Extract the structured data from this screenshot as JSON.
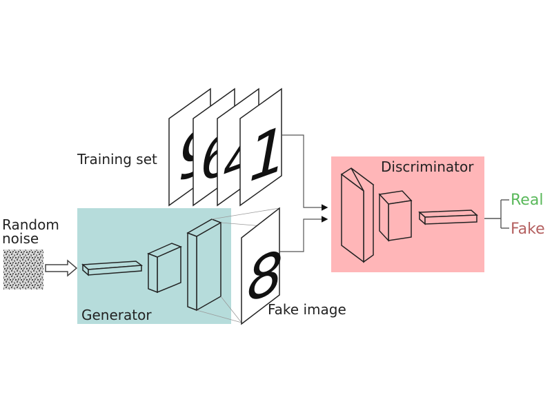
{
  "labels": {
    "random_noise_line1": "Random",
    "random_noise_line2": "noise",
    "training_set": "Training set",
    "generator": "Generator",
    "fake_image": "Fake image",
    "discriminator": "Discriminator",
    "real": "Real",
    "fake": "Fake"
  },
  "training_digits": [
    "9",
    "6",
    "4",
    "1"
  ],
  "fake_digit": "8",
  "colors": {
    "generator_bg": "#b6dcdb",
    "discriminator_bg": "#ffb6b8",
    "real_text": "#59b85a",
    "fake_text": "#b46060",
    "stroke": "#222222"
  }
}
